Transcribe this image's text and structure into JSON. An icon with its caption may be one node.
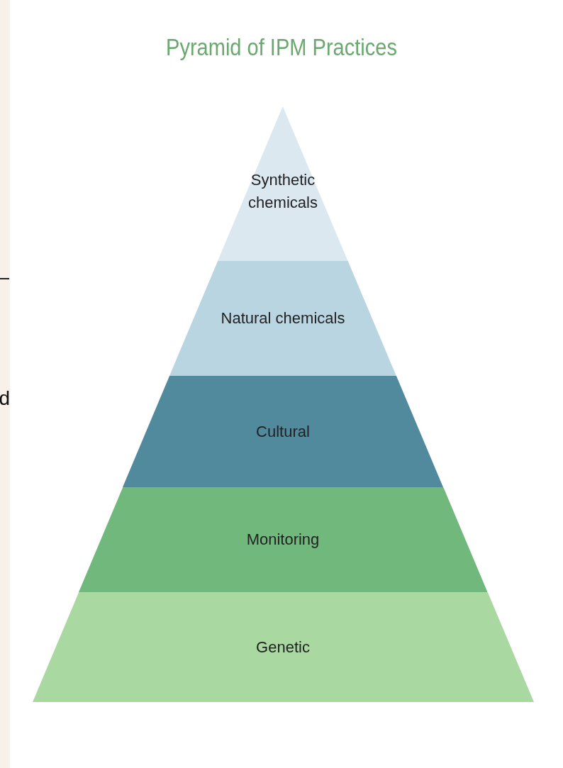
{
  "diagram": {
    "title": "Pyramid of IPM Practices",
    "nodes": [
      {
        "text": [
          "Synthetic chemicals"
        ]
      },
      {
        "text": [
          "Natural chemicals"
        ]
      },
      {
        "text": [
          "Cultural"
        ]
      },
      {
        "text": [
          "Monitoring"
        ]
      },
      {
        "text": [
          "Genetic"
        ]
      }
    ],
    "labels": [
      "d"
    ]
  }
}
